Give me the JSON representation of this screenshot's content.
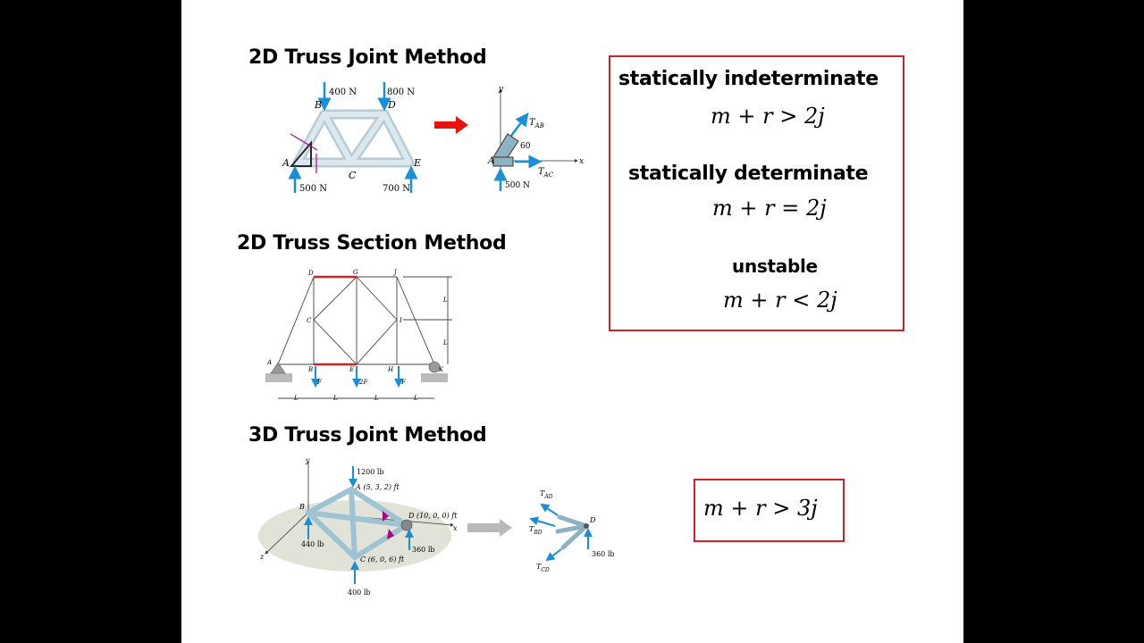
{
  "headings": {
    "joint2d": "2D Truss Joint Method",
    "section2d": "2D Truss Section Method",
    "joint3d": "3D Truss Joint Method"
  },
  "conditions": {
    "indeterminate_label": "statically indeterminate",
    "indeterminate_eq": "m + r > 2j",
    "determinate_label": "statically determinate",
    "determinate_eq": "m + r = 2j",
    "unstable_label": "unstable",
    "unstable_eq": "m + r < 2j",
    "three_d_eq": "m + r > 3j"
  },
  "fig1": {
    "load_b": "400 N",
    "load_d": "800 N",
    "react_a": "500 N",
    "react_e": "700 N",
    "joint_a": "A",
    "joint_b": "B",
    "joint_c": "C",
    "joint_d": "D",
    "joint_e": "E"
  },
  "fig1_fbd": {
    "axis_y": "y",
    "axis_x": "x",
    "joint": "A",
    "tab": "T",
    "tab_sub": "AB",
    "tac": "T",
    "tac_sub": "AC",
    "angle": "60",
    "react": "500 N"
  },
  "fig2": {
    "nodes": [
      "D",
      "G",
      "J",
      "C",
      "I",
      "A",
      "B",
      "E",
      "H",
      "K"
    ],
    "loads": [
      "F",
      "2F",
      "F"
    ],
    "dim": "L"
  },
  "fig3": {
    "load_top": "1200 lb",
    "coord_a": "A (5, 3, 2) ft",
    "coord_d": "D (10, 0, 0) ft",
    "coord_c": "C (6, 0, 6) ft",
    "joint_b": "B",
    "react_b": "440 lb",
    "react_d": "360 lb",
    "react_c": "400 lb",
    "axis_y": "y",
    "axis_x": "x",
    "axis_z": "z"
  },
  "fig3_fbd": {
    "tad": "T",
    "tad_sub": "AD",
    "tbd": "T",
    "tbd_sub": "BD",
    "tcd": "T",
    "tcd_sub": "CD",
    "joint": "D",
    "react": "360 lb"
  },
  "colors": {
    "box_border": "#d0202a",
    "arrow_red": "#e8130e",
    "arrow_blue": "#1a8fd6",
    "member": "#c9dde6",
    "marker_magenta": "#b4007e"
  }
}
